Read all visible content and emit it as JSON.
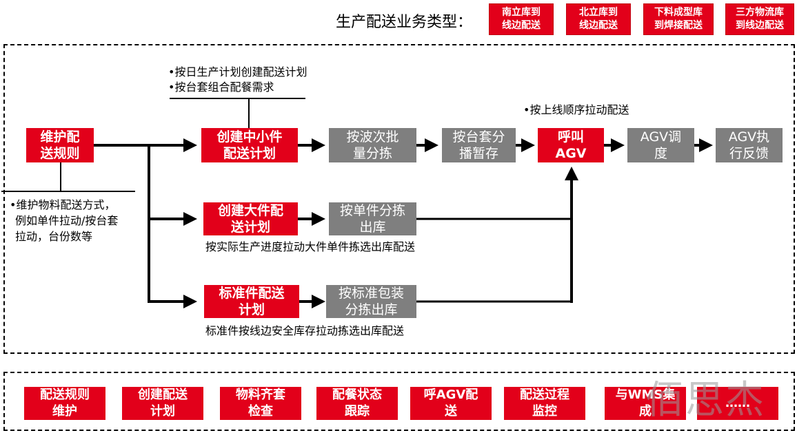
{
  "header": {
    "label": "生产配送业务类型：",
    "types": [
      {
        "line1": "南立库到",
        "line2": "线边配送"
      },
      {
        "line1": "北立库到",
        "line2": "线边配送"
      },
      {
        "line1": "下料成型库",
        "line2": "到焊接配送"
      },
      {
        "line1": "三方物流库",
        "line2": "到线边配送"
      }
    ]
  },
  "flow": {
    "maintain_rules": {
      "line1": "维护配",
      "line2": "送规则"
    },
    "maintain_note": {
      "line1": "•维护物料配送方式，",
      "line2": "例如单件拉动/按台套",
      "line3": "拉动，台份数等"
    },
    "plan_note": {
      "line1": "•按日生产计划创建配送计划",
      "line2": "•按台套组合配餐需求"
    },
    "row1": {
      "create_small": {
        "line1": "创建中小件",
        "line2": "配送计划"
      },
      "wave_pick": {
        "line1": "按波次批",
        "line2": "量分拣"
      },
      "set_stage": {
        "line1": "按台套分",
        "line2": "播暂存"
      },
      "call_agv": {
        "line1": "呼叫",
        "line2": "AGV"
      },
      "agv_dispatch": {
        "line1": "AGV调",
        "line2": "度"
      },
      "agv_feedback": {
        "line1": "AGV执",
        "line2": "行反馈"
      },
      "call_note": "•按上线顺序拉动配送"
    },
    "row2": {
      "create_large": {
        "line1": "创建大件配",
        "line2": "送计划"
      },
      "single_pick": {
        "line1": "按单件分拣",
        "line2": "出库"
      },
      "note": "按实际生产进度拉动大件单件拣选出库配送"
    },
    "row3": {
      "create_std": {
        "line1": "标准件配送",
        "line2": "计划"
      },
      "std_pick": {
        "line1": "按标准包装",
        "line2": "分拣出库"
      },
      "note": "标准件按线边安全库存拉动拣选出库配送"
    }
  },
  "functions": [
    {
      "line1": "配送规则",
      "line2": "维护"
    },
    {
      "line1": "创建配送",
      "line2": "计划"
    },
    {
      "line1": "物料齐套",
      "line2": "检查"
    },
    {
      "line1": "配餐状态",
      "line2": "跟踪"
    },
    {
      "line1": "呼AGV配",
      "line2": "送"
    },
    {
      "line1": "配送过程",
      "line2": "监控"
    },
    {
      "line1": "与WMS集",
      "line2": "成"
    },
    {
      "line1": "……",
      "line2": ""
    }
  ],
  "watermark": "佰思杰",
  "colors": {
    "red": "#e2001a",
    "gray": "#7f7f7f",
    "line": "#000000"
  }
}
